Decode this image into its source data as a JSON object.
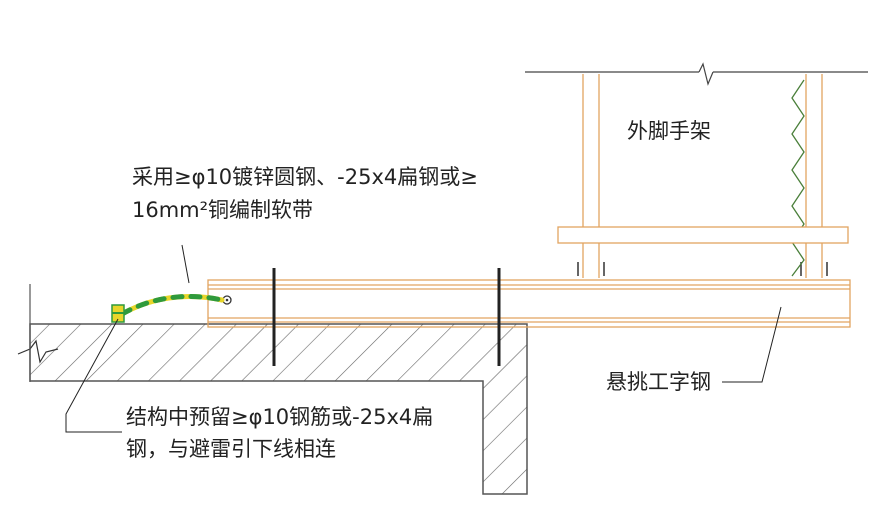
{
  "labels": {
    "scaffold": "外脚手架",
    "strap_line1": "采用≥φ10镀锌圆钢、-25x4扁钢或≥",
    "strap_line2": "16mm²铜编制软带",
    "beam": "悬挑工字钢",
    "embed_line1": "结构中预留≥φ10钢筋或-25x4扁",
    "embed_line2": "钢，与避雷引下线相连"
  },
  "colors": {
    "steel_outline": "#e2a460",
    "concrete_outline": "#555555",
    "hatch": "#666666",
    "bolt": "#222222",
    "ground_strap_yellow": "#e8d62a",
    "ground_strap_green": "#2f9a3c",
    "zigzag_stroke": "#4a7f3a"
  },
  "icons": {
    "break_mark": "break-line-icon",
    "pin": "circle-pin-icon",
    "clamp": "ground-clamp-icon"
  }
}
